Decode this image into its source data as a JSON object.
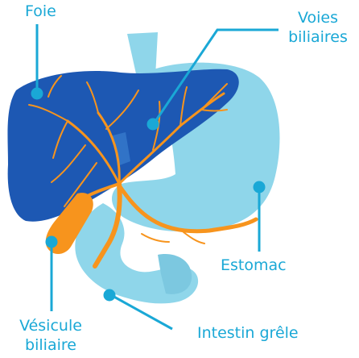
{
  "labels": {
    "foie": "Foie",
    "voies_line1": "Voies",
    "voies_line2": "biliaires",
    "estomac": "Estomac",
    "vesicule_line1": "Vésicule",
    "vesicule_line2": "biliaire",
    "intestin": "Intestin grêle"
  },
  "colors": {
    "liver": "#1d58b3",
    "liver_dark": "#163f88",
    "stomach": "#8fd6ea",
    "bile": "#f7941d",
    "label": "#1aa8d6",
    "leader": "#1aa8d6"
  }
}
